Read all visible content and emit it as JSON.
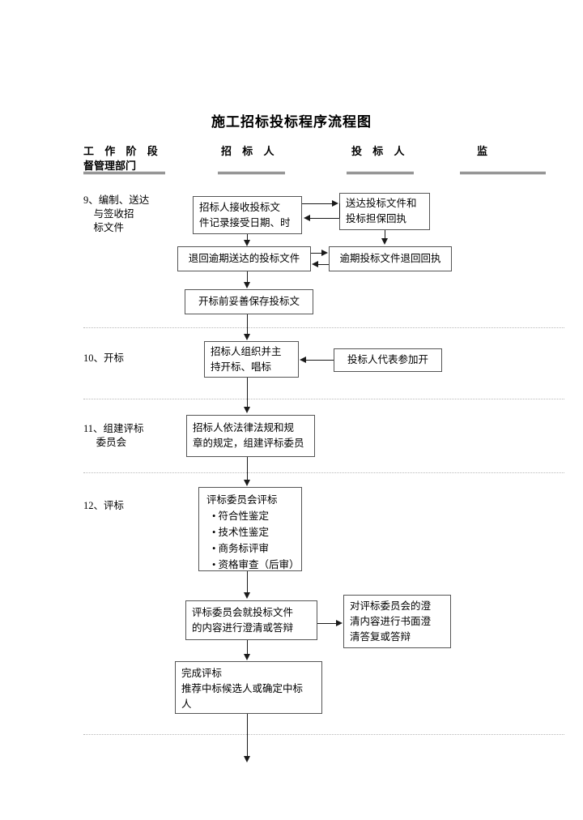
{
  "document": {
    "title": "施工招标投标程序流程图"
  },
  "columns": [
    {
      "id": "stage",
      "label": "工 作 阶 段",
      "label2": "督管理部门"
    },
    {
      "id": "tenderer",
      "label": "招  标  人"
    },
    {
      "id": "bidder",
      "label": "投  标  人"
    },
    {
      "id": "supervisor",
      "label": "监"
    }
  ],
  "stages": [
    {
      "id": "stage-9",
      "label": "9、编制、送达\n    与签收招\n    标文件"
    },
    {
      "id": "stage-10",
      "label": "10、开标"
    },
    {
      "id": "stage-11",
      "label": "11、组建评标\n     委员会"
    },
    {
      "id": "stage-12",
      "label": "12、评标"
    }
  ],
  "nodes": {
    "receive_bid_docs": "招标人接收投标文\n件记录接受日期、时",
    "deliver_bid_docs": "送达投标文件和\n投标担保回执",
    "return_overdue_docs": "退回逾期送达的投标文件",
    "overdue_return_receipt": "逾期投标文件退回回执",
    "safekeep_before_open": "开标前妥善保存投标文",
    "organize_open_bid": "招标人组织并主\n持开标、唱标",
    "bidder_rep_attend": "投标人代表参加开",
    "form_committee": "招标人依法律法规和规\n章的规定，组建评标委员",
    "evaluation_header": "评标委员会评标",
    "evaluation_items": [
      "• 符合性鉴定",
      "• 技术性鉴定",
      "• 商务标评审",
      "• 资格审查（后审）"
    ],
    "committee_clarify": "评标委员会就投标文件\n的内容进行澄清或答辩",
    "written_clarify_reply": "对评标委员会的澄\n清内容进行书面澄\n清答复或答辩",
    "finish_evaluation": "完成评标\n推荐中标候选人或确定中标\n人"
  },
  "colors": {
    "box_border": "#555555",
    "connector": "#1a1a1a",
    "separator": "#b9b9b9",
    "rule": "#4a4a4a",
    "page_background": "#ffffff",
    "text": "#000000"
  }
}
